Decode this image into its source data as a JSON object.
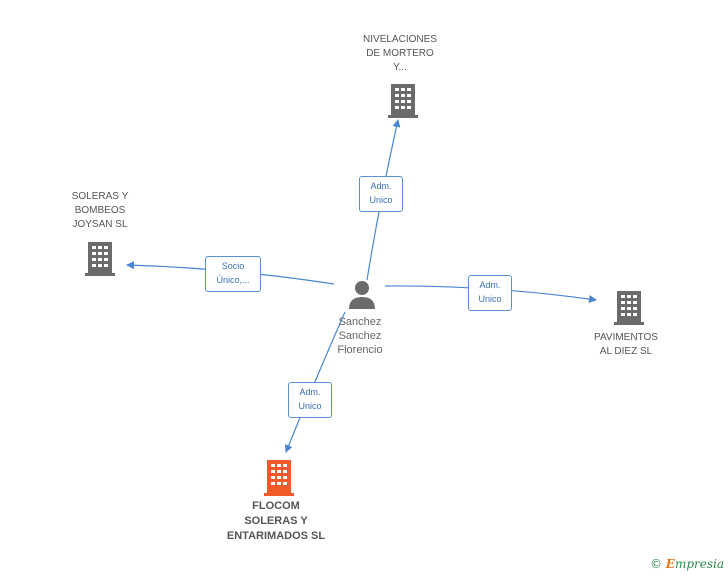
{
  "center": {
    "name": "Sanchez\nSanchez\nFlorencio"
  },
  "companies": {
    "nivelaciones": {
      "label": "NIVELACIONES\nDE MORTERO\nY..."
    },
    "soleras_bombeos": {
      "label": "SOLERAS Y\nBOMBEOS\nJOYSAN  SL"
    },
    "pavimentos": {
      "label": "PAVIMENTOS\nAL DIEZ SL"
    },
    "flocom": {
      "label": "FLOCOM\nSOLERAS Y\nENTARIMADOS SL"
    }
  },
  "relations": {
    "to_nivelaciones": "Adm.\nUnico",
    "to_soleras_bombeos": "Socio\nÚnico,...",
    "to_pavimentos": "Adm.\nUnico",
    "to_flocom": "Adm.\nUnico"
  },
  "colors": {
    "building": "#6b6b6b",
    "main_building": "#f05a28",
    "edge": "#4a86d0",
    "person": "#6b6b6b"
  },
  "footer": {
    "copyright": "©",
    "brand_first": "E",
    "brand_rest": "mpresia"
  }
}
